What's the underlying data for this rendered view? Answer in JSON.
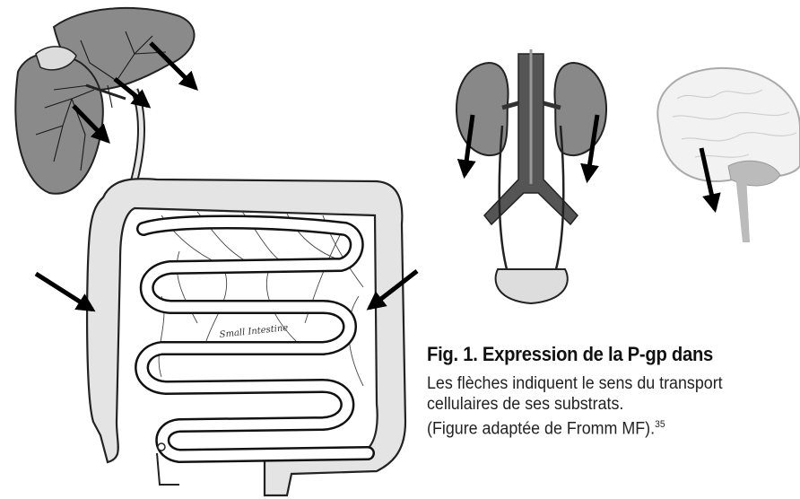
{
  "figure": {
    "intestine_label": "Small Intestine"
  },
  "caption": {
    "title": "Fig. 1. Expression de la P-gp dans",
    "line1": "Les flèches indiquent le sens du transport",
    "line2": "cellulaires de ses substrats.",
    "line3": "(Figure adaptée de Fromm MF).",
    "ref": "35"
  }
}
